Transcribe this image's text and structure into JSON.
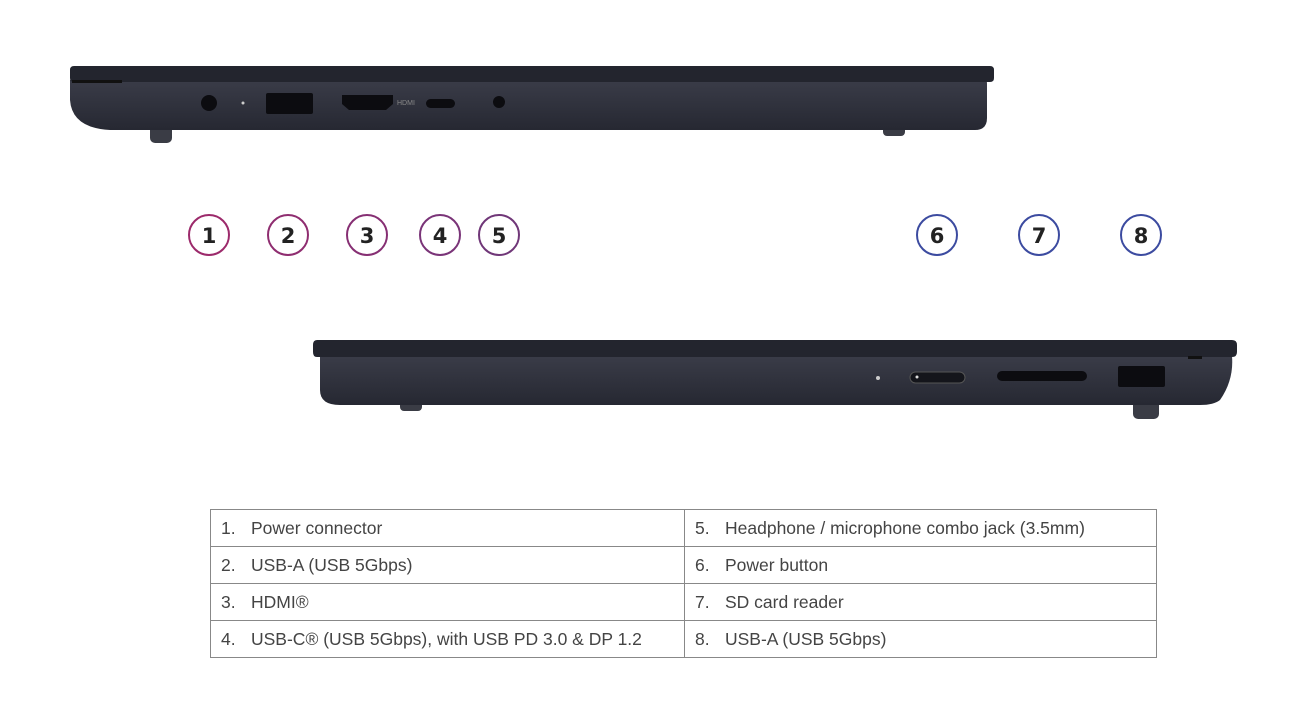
{
  "callouts": [
    "1",
    "2",
    "3",
    "4",
    "5",
    "6",
    "7",
    "8"
  ],
  "port_labels": {
    "hdmi_marking": "HDMI"
  },
  "legend": [
    {
      "num": "1.",
      "label": "Power connector"
    },
    {
      "num": "2.",
      "label": "USB-A (USB 5Gbps)"
    },
    {
      "num": "3.",
      "label": "HDMI®"
    },
    {
      "num": "4.",
      "label": "USB-C® (USB 5Gbps), with USB PD 3.0 & DP 1.2"
    },
    {
      "num": "5.",
      "label": "Headphone / microphone combo jack (3.5mm)"
    },
    {
      "num": "6.",
      "label": "Power button"
    },
    {
      "num": "7.",
      "label": "SD card reader"
    },
    {
      "num": "8.",
      "label": "USB-A (USB 5Gbps)"
    }
  ],
  "colors": {
    "body": "#2d2f3a",
    "lid": "#23252e",
    "magenta": "#9c2a6b",
    "blue": "#3c4ba0"
  }
}
